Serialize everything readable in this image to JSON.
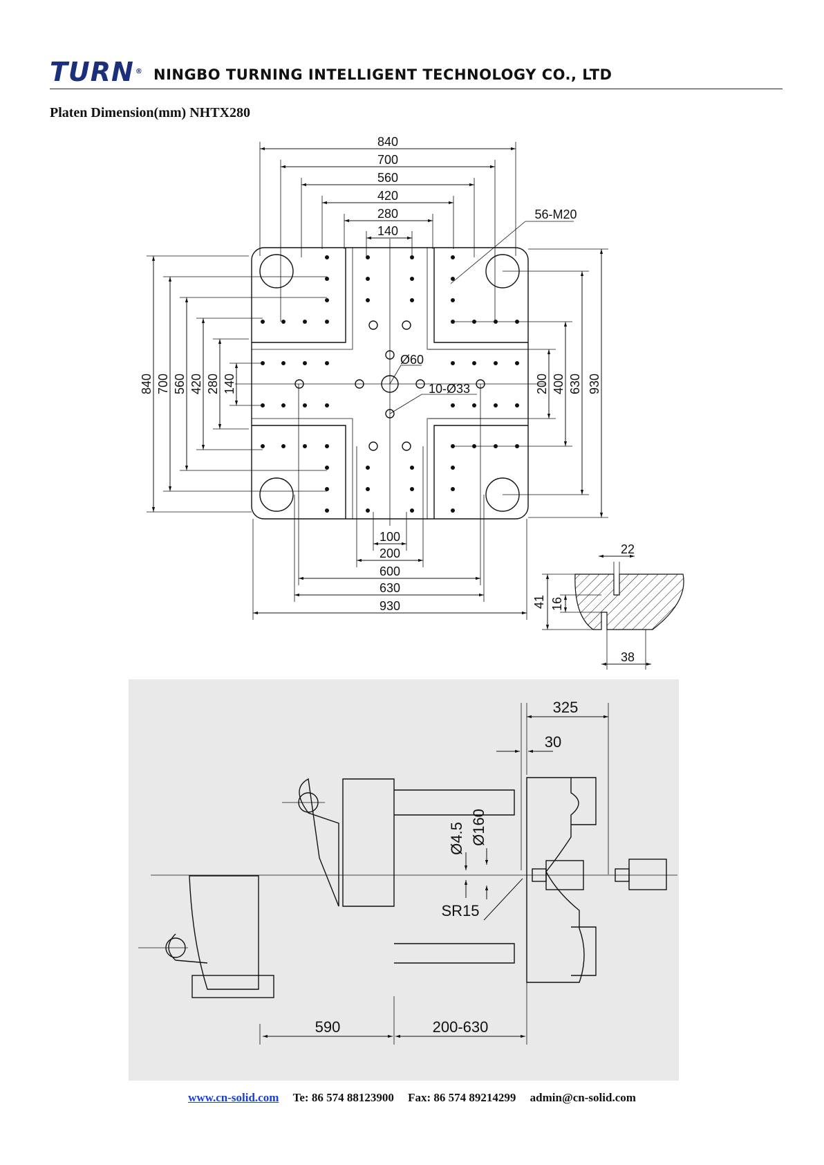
{
  "header": {
    "logo_text": "TURN",
    "logo_mark": "®",
    "company_name": "NINGBO TURNING INTELLIGENT TECHNOLOGY CO., LTD"
  },
  "document": {
    "title": "Platen Dimension(mm) NHTX280"
  },
  "platen_drawing": {
    "top_dims": [
      "840",
      "700",
      "560",
      "420",
      "280",
      "140"
    ],
    "left_dims": [
      "840",
      "700",
      "560",
      "420",
      "280",
      "140"
    ],
    "right_dims": [
      "200",
      "400",
      "630",
      "930"
    ],
    "bottom_dims": [
      "100",
      "200",
      "600",
      "630",
      "930"
    ],
    "callouts": {
      "threads": "56-M20",
      "center_hole": "Ø60",
      "holes": "10-Ø33"
    }
  },
  "slot_section": {
    "dims": [
      "22",
      "41",
      "16",
      "38"
    ]
  },
  "side_view": {
    "dims": {
      "stroke_total": "325",
      "offset": "30",
      "nozzle_hole": "Ø4.5",
      "ring": "Ø160",
      "sphere_radius": "SR15",
      "tie_bar": "590",
      "mould_height": "200-630"
    }
  },
  "footer": {
    "website": "www.cn-solid.com",
    "phone": "Te: 86 574 88123900",
    "fax": "Fax: 86 574 89214299",
    "email": "admin@cn-solid.com"
  }
}
